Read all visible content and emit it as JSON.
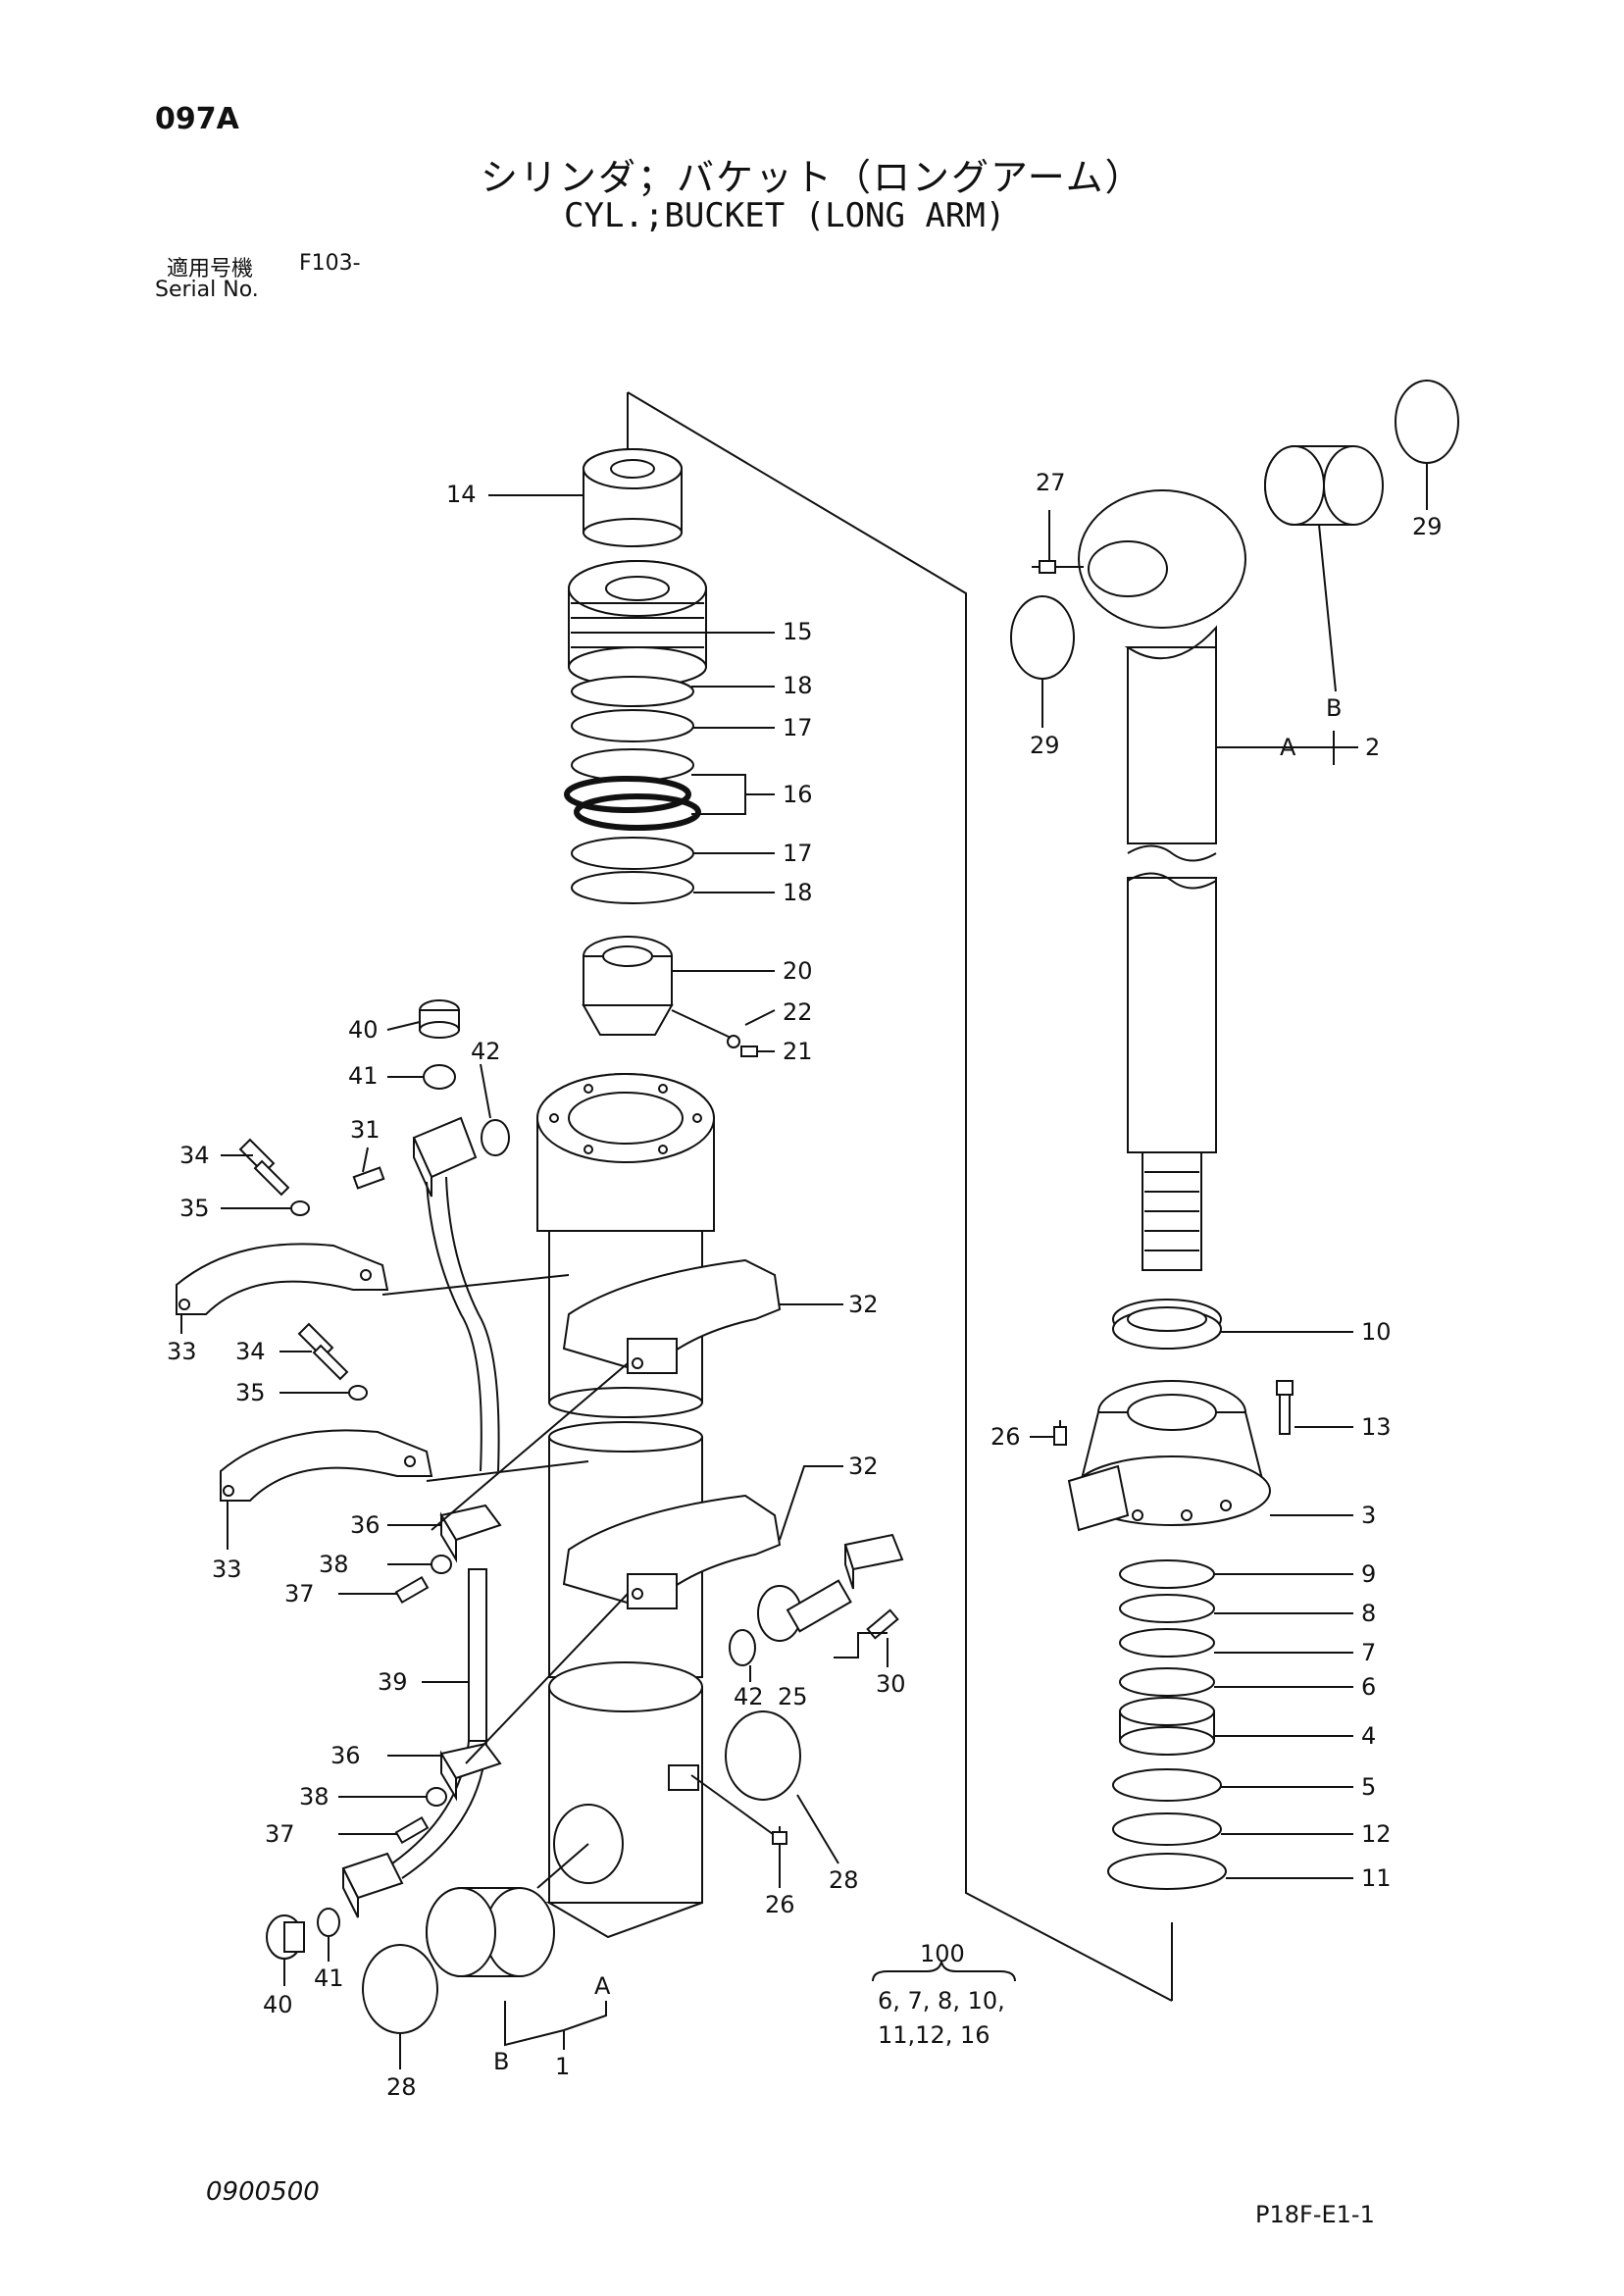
{
  "header": {
    "page_code": "097A",
    "title_jp": "シリンダ；バケット（ロングアーム）",
    "title_en": "CYL.;BUCKET (LONG ARM)",
    "serial_label_jp": "適用号機",
    "serial_model": "F103-",
    "serial_label_en": "Serial No."
  },
  "callouts": {
    "c1": "1",
    "c2": "2",
    "c3": "3",
    "c4": "4",
    "c5": "5",
    "c6": "6",
    "c7": "7",
    "c8": "8",
    "c9": "9",
    "c10": "10",
    "c11": "11",
    "c12": "12",
    "c13": "13",
    "c14": "14",
    "c15": "15",
    "c16": "16",
    "c17a": "17",
    "c17b": "17",
    "c18a": "18",
    "c18b": "18",
    "c20": "20",
    "c21": "21",
    "c22": "22",
    "c25": "25",
    "c26a": "26",
    "c26b": "26",
    "c27": "27",
    "c28a": "28",
    "c28b": "28",
    "c29a": "29",
    "c29b": "29",
    "c30": "30",
    "c31": "31",
    "c32a": "32",
    "c32b": "32",
    "c33a": "33",
    "c33b": "33",
    "c34a": "34",
    "c34b": "34",
    "c35a": "35",
    "c35b": "35",
    "c36a": "36",
    "c36b": "36",
    "c37a": "37",
    "c37b": "37",
    "c38a": "38",
    "c38b": "38",
    "c39": "39",
    "c40a": "40",
    "c40b": "40",
    "c41a": "41",
    "c41b": "41",
    "c42a": "42",
    "c42b": "42",
    "mark_a1": "A",
    "mark_a2": "A",
    "mark_b1": "B",
    "mark_b2": "B"
  },
  "kit": {
    "number": "100",
    "line1": "6, 7, 8, 10,",
    "line2": "11,12, 16"
  },
  "footer": {
    "doc_number": "0900500",
    "page_ref": "P18F-E1-1"
  }
}
